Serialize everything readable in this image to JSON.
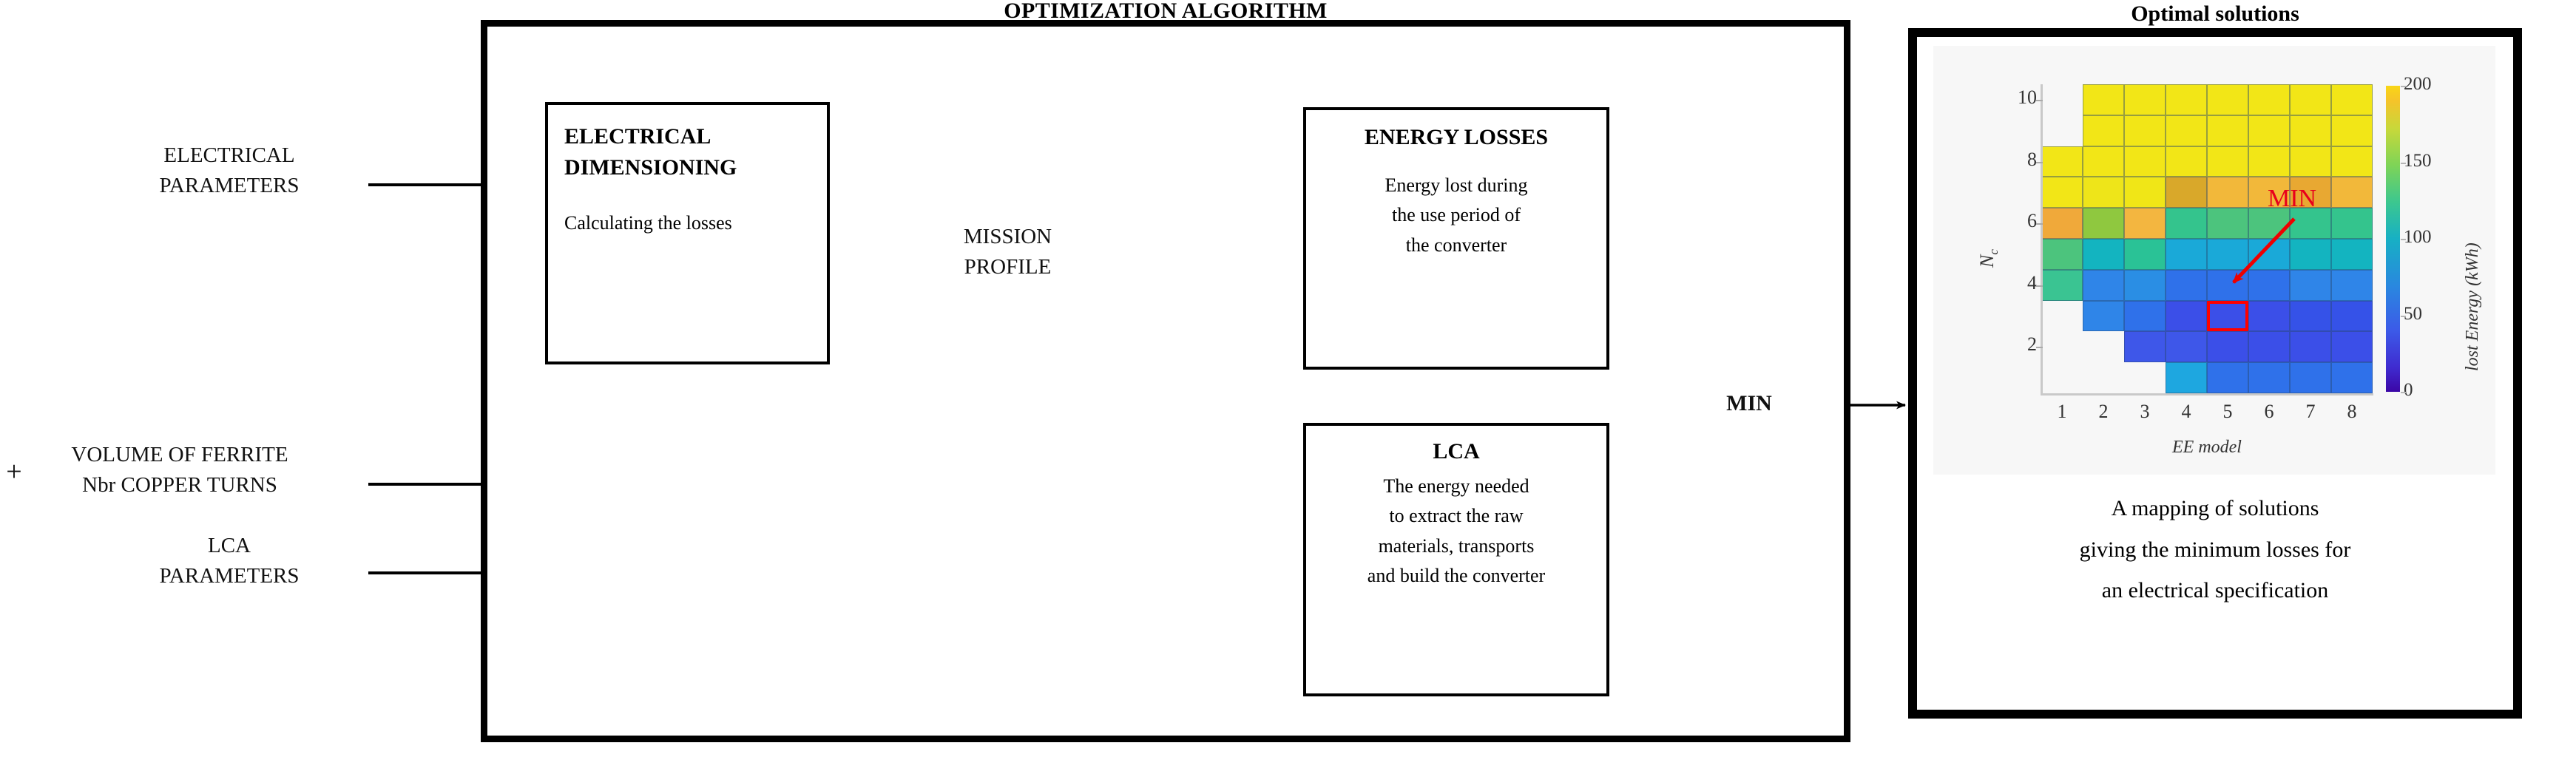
{
  "diagram": {
    "algorithm_title": "OPTIMIZATION ALGORITHM",
    "results_title": "Optimal  solutions",
    "results_caption_lines": [
      "A mapping of  solutions",
      "giving the minimum losses for",
      "an electrical specification"
    ],
    "decision_label": "MIN"
  },
  "inputs": [
    {
      "id": "electrical-parameters",
      "lines": [
        "ELECTRICAL",
        "PARAMETERS"
      ]
    },
    {
      "id": "design-variables",
      "prefix": "+",
      "lines": [
        "VOLUME OF FERRITE",
        "Nbr COPPER TURNS"
      ]
    },
    {
      "id": "lca-parameters",
      "lines": [
        "LCA",
        "PARAMETERS"
      ]
    },
    {
      "id": "mission-profile",
      "lines": [
        "MISSION",
        "PROFILE"
      ]
    }
  ],
  "boxes": [
    {
      "id": "electrical-dimensioning",
      "title_lines": [
        "ELECTRICAL",
        "DIMENSIONING"
      ],
      "subtitle_lines": [
        "Calculating the losses"
      ]
    },
    {
      "id": "energy-losses",
      "title_lines": [
        "ENERGY LOSSES"
      ],
      "subtitle_lines": [
        "Energy lost during",
        "the use period of",
        "the converter"
      ]
    },
    {
      "id": "lca",
      "title_lines": [
        "LCA"
      ],
      "subtitle_lines": [
        "The energy needed",
        "to extract the raw",
        "materials, transports",
        "and build the converter"
      ]
    }
  ],
  "chart_data": {
    "type": "heatmap",
    "title": "",
    "xlabel": "EE model",
    "ylabel": "Nc",
    "cblabel": "lost Energy (kWh)",
    "xticks": [
      1,
      2,
      3,
      4,
      5,
      6,
      7,
      8
    ],
    "yticks": [
      2,
      4,
      6,
      8,
      10
    ],
    "xlim": [
      0.5,
      8.5
    ],
    "ylim": [
      0.5,
      10.5
    ],
    "cblim": [
      0,
      200
    ],
    "cbticks": [
      0,
      50,
      100,
      150,
      200
    ],
    "annotation": {
      "label": "MIN",
      "highlight_x": 5,
      "highlight_y": 3
    },
    "x": [
      1,
      2,
      3,
      4,
      5,
      6,
      7,
      8
    ],
    "y": [
      1,
      2,
      3,
      4,
      5,
      6,
      7,
      8,
      9,
      10
    ],
    "values": [
      [
        null,
        null,
        null,
        50,
        45,
        48,
        50,
        52
      ],
      [
        null,
        null,
        38,
        42,
        40,
        44,
        46,
        48
      ],
      [
        null,
        58,
        40,
        42,
        38,
        40,
        44,
        46
      ],
      [
        88,
        62,
        58,
        48,
        42,
        44,
        48,
        52
      ],
      [
        105,
        88,
        95,
        72,
        70,
        72,
        78,
        82
      ],
      [
        138,
        118,
        132,
        108,
        112,
        110,
        118,
        120
      ],
      [
        162,
        150,
        160,
        178,
        172,
        170,
        176,
        168
      ],
      [
        198,
        192,
        196,
        200,
        200,
        200,
        198,
        200
      ],
      [
        null,
        200,
        200,
        200,
        200,
        200,
        200,
        200
      ],
      [
        null,
        200,
        200,
        200,
        200,
        200,
        200,
        200
      ]
    ],
    "cell_colors": [
      [
        null,
        null,
        null,
        "#1ea7e0",
        "#2f71ea",
        "#2f71ea",
        "#2f71ea",
        "#2f71ea"
      ],
      [
        null,
        null,
        "#3e57e9",
        "#3e57e9",
        "#3b4fe8",
        "#3b4fe8",
        "#3b4fe8",
        "#3b4fe8"
      ],
      [
        null,
        "#2f85e8",
        "#2f71ea",
        "#3b4fe8",
        "#3b4fe8",
        "#3b4fe8",
        "#3552e8",
        "#3552e8"
      ],
      [
        "#3ac492",
        "#2f85e8",
        "#2a8ee4",
        "#2f71ea",
        "#2f71ea",
        "#2f71ea",
        "#2f85e8",
        "#2f85e8"
      ],
      [
        "#4cc47d",
        "#13b4c0",
        "#2ac296",
        "#1aa9d8",
        "#1aa9d8",
        "#1aa9d8",
        "#13b4c0",
        "#13b4c0"
      ],
      [
        "#f0a93a",
        "#8fc83f",
        "#f3b640",
        "#34c48d",
        "#4cc47d",
        "#4cc47d",
        "#34c48d",
        "#34c48d"
      ],
      [
        "#f2e617",
        "#eee519",
        "#f0e617",
        "#d9a82a",
        "#f2b83a",
        "#f2b83a",
        "#e8a832",
        "#f2b83a"
      ],
      [
        "#f2e617",
        "#f2e617",
        "#f2e617",
        "#f2e617",
        "#f2e617",
        "#f2e617",
        "#f2e617",
        "#f2e617"
      ],
      [
        null,
        "#f2e617",
        "#f2e617",
        "#f2e617",
        "#f2e617",
        "#f2e617",
        "#f2e617",
        "#f2e617"
      ],
      [
        null,
        "#f2e617",
        "#f2e617",
        "#f2e617",
        "#f2e617",
        "#f2e617",
        "#f2e617",
        "#f2e617"
      ]
    ]
  },
  "colors": {
    "accent_red": "#ee0000",
    "line": "#000000"
  }
}
